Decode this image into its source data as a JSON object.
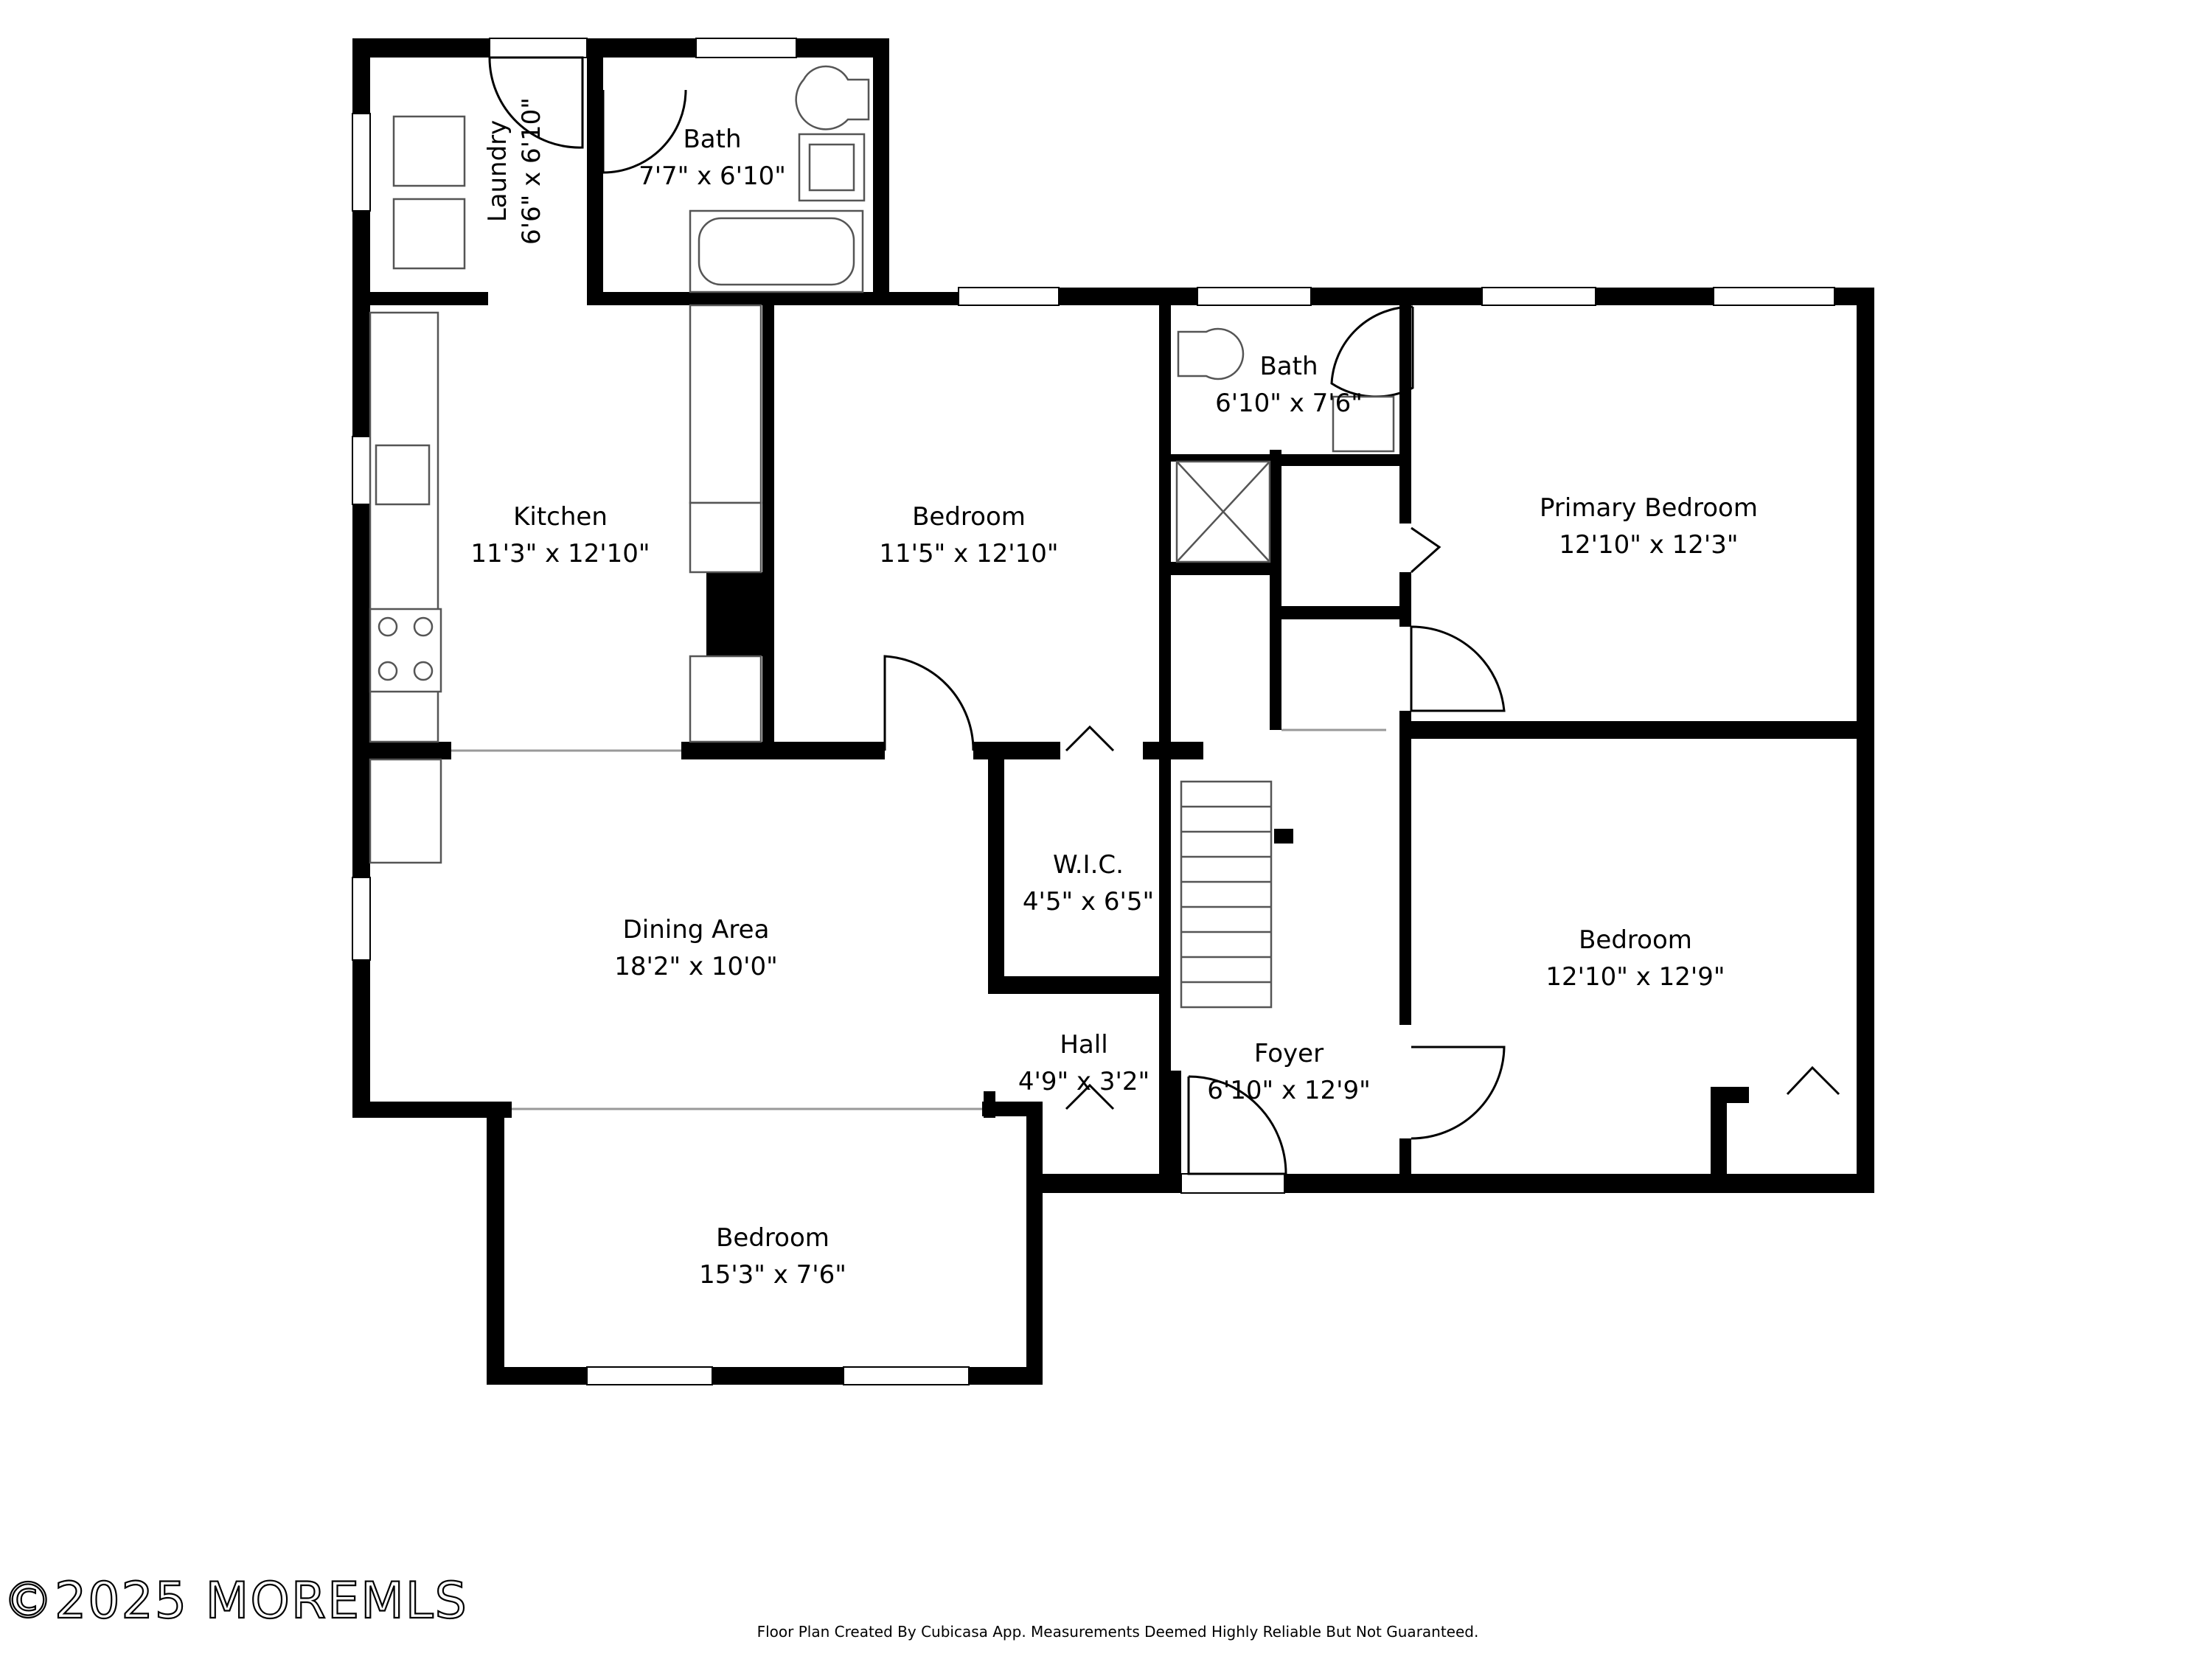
{
  "rooms": {
    "laundry": {
      "name": "Laundry",
      "size": "6'6\" x 6'10\""
    },
    "bath_top": {
      "name": "Bath",
      "size": "7'7\" x 6'10\""
    },
    "kitchen": {
      "name": "Kitchen",
      "size": "11'3\" x 12'10\""
    },
    "bedroom_mid": {
      "name": "Bedroom",
      "size": "11'5\" x 12'10\""
    },
    "bath_right": {
      "name": "Bath",
      "size": "6'10\" x 7'6\""
    },
    "primary_bedroom": {
      "name": "Primary Bedroom",
      "size": "12'10\" x 12'3\""
    },
    "wic": {
      "name": "W.I.C.",
      "size": "4'5\" x 6'5\""
    },
    "dining_area": {
      "name": "Dining Area",
      "size": "18'2\" x 10'0\""
    },
    "bedroom_right": {
      "name": "Bedroom",
      "size": "12'10\" x 12'9\""
    },
    "hall": {
      "name": "Hall",
      "size": "4'9\" x 3'2\""
    },
    "foyer": {
      "name": "Foyer",
      "size": "6'10\" x 12'9\""
    },
    "bedroom_bottom": {
      "name": "Bedroom",
      "size": "15'3\" x 7'6\""
    }
  },
  "footer": {
    "copyright": "©2025 MOREMLS",
    "disclaimer": "Floor Plan Created By Cubicasa App. Measurements Deemed Highly Reliable But Not Guaranteed."
  },
  "colors": {
    "wall": "#000000",
    "fixture": "#555555",
    "background": "#ffffff"
  }
}
